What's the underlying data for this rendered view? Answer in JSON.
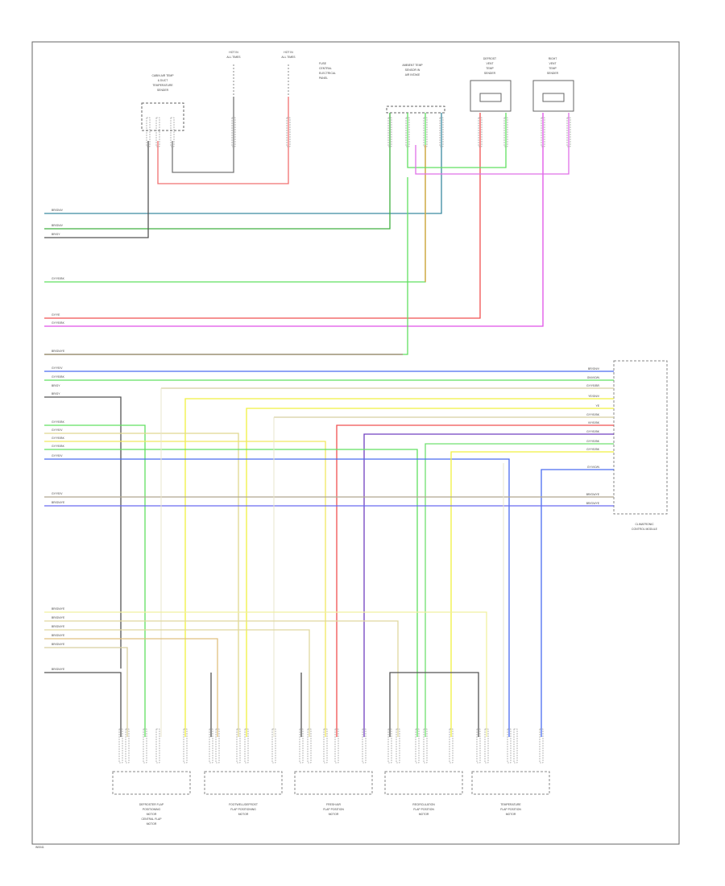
{
  "diagram_code": "W0041",
  "modules": {
    "ac_control_module": {
      "label_lines": [
        "CLIMATRONIC",
        "CONTROL MODULE"
      ],
      "pin_wire_labels": [
        "BR/GN/V",
        "GN/VIO/N",
        "GY/YE/BR",
        "YE/GN/V",
        "YE",
        "GY/YE/BK",
        "VI/YE/BK",
        "GY/YE/BK",
        "GY/YE/BK",
        "GY/YE/BK",
        "GY/VIO/N",
        "BR/GN/YE",
        "BR/GN/YE"
      ]
    },
    "top_left_motor": {
      "label_lines": [
        "CABIN AIR TEMP",
        "& DUCT",
        "TEMPERATURE",
        "SENDER"
      ]
    },
    "fuse_a": {
      "label_lines": [
        "HOT IN",
        "ALL TIMES"
      ]
    },
    "fuse_b": {
      "label_lines": [
        "HOT IN",
        "ALL TIMES"
      ]
    },
    "fuse_note": {
      "label_lines": [
        "FUSE",
        "CENTRAL",
        "ELECTRICAL",
        "PANEL"
      ]
    },
    "top_center_sensor": {
      "label_lines": [
        "AMBIENT TEMP",
        "SENSOR IN",
        "AIR INTAKE"
      ]
    },
    "top_right_sensor_a": {
      "label_lines": [
        "DEFROST",
        "VENT",
        "TEMP",
        "SENDER"
      ]
    },
    "top_right_sensor_b": {
      "label_lines": [
        "RIGHT",
        "VENT",
        "TEMP",
        "SENDER"
      ]
    },
    "bottom_1": {
      "label_lines": [
        "DEFROSTER FLAP",
        "POSITIONING",
        "MOTOR",
        "CENTRAL FLAP",
        "MOTOR"
      ]
    },
    "bottom_2": {
      "label_lines": [
        "FOOTWELL/DEFROST",
        "FLAP POSITIONING",
        "MOTOR"
      ]
    },
    "bottom_3": {
      "label_lines": [
        "FRESH AIR",
        "FLAP POSITION",
        "MOTOR"
      ]
    },
    "bottom_4": {
      "label_lines": [
        "RECIRCULATION",
        "FLAP POSITION",
        "MOTOR"
      ]
    },
    "bottom_5": {
      "label_lines": [
        "TEMPERATURE",
        "FLAP POSITION",
        "MOTOR"
      ]
    }
  },
  "left_wire_labels": [
    "BR/GN/V",
    "BR/GN/V",
    "BR/GY",
    "GY/YE/BK",
    "GY/YE",
    "GY/YE/BK",
    "BR/GN/YE",
    "GY/YE/V",
    "GY/YE/BK",
    "BR/GY",
    "GY/YE/BK",
    "GY/YE/V",
    "GY/YE/BK",
    "GY/YE/BK",
    "GY/YE/V",
    "GY/YE/V",
    "BR/GN/YE",
    "BR/GN/YE",
    "BR/GN/YE",
    "BR/GN/YE",
    "BR/GN/YE",
    "BR/GN/YE",
    "BR/GN/YE",
    "BR/GY"
  ],
  "colors": {
    "frame": "#555555",
    "wire_blue": "#4a6cf0",
    "wire_green": "#5fe05f",
    "wire_red": "#f04a4a",
    "wire_magenta": "#e84ae8",
    "wire_yellow": "#f0f040",
    "wire_orange": "#e0a040",
    "wire_tan": "#d8cfa0",
    "wire_gray": "#555555",
    "wire_teal": "#3a8aa0"
  }
}
